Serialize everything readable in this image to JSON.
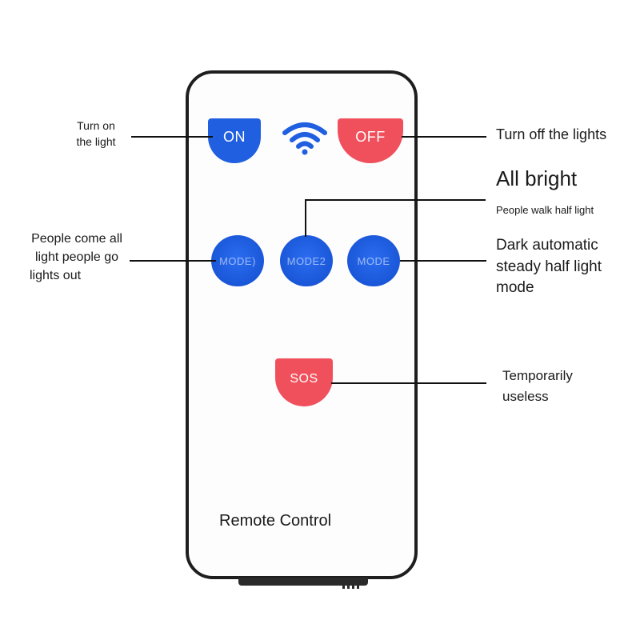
{
  "remote": {
    "title": "Remote Control",
    "buttons": {
      "on": "ON",
      "off": "OFF",
      "mode1": "MODE)",
      "mode2": "MODE2",
      "mode3": "MODE",
      "sos": "SOS"
    }
  },
  "callouts": {
    "turn_on": [
      "Turn on",
      "the light"
    ],
    "turn_off": "Turn off the lights",
    "all_bright": "All bright",
    "walk_half": "People walk half light",
    "people_come": [
      "People come all",
      "light people go",
      "lights out"
    ],
    "dark_auto": [
      "Dark automatic",
      "steady half light",
      "mode"
    ],
    "sos_note": [
      "Temporarily",
      "useless"
    ]
  },
  "colors": {
    "blue": "#1f5fe0",
    "red": "#f0505c",
    "outline": "#1e1e1e"
  },
  "icons": {
    "signal": "wifi-signal-icon"
  }
}
